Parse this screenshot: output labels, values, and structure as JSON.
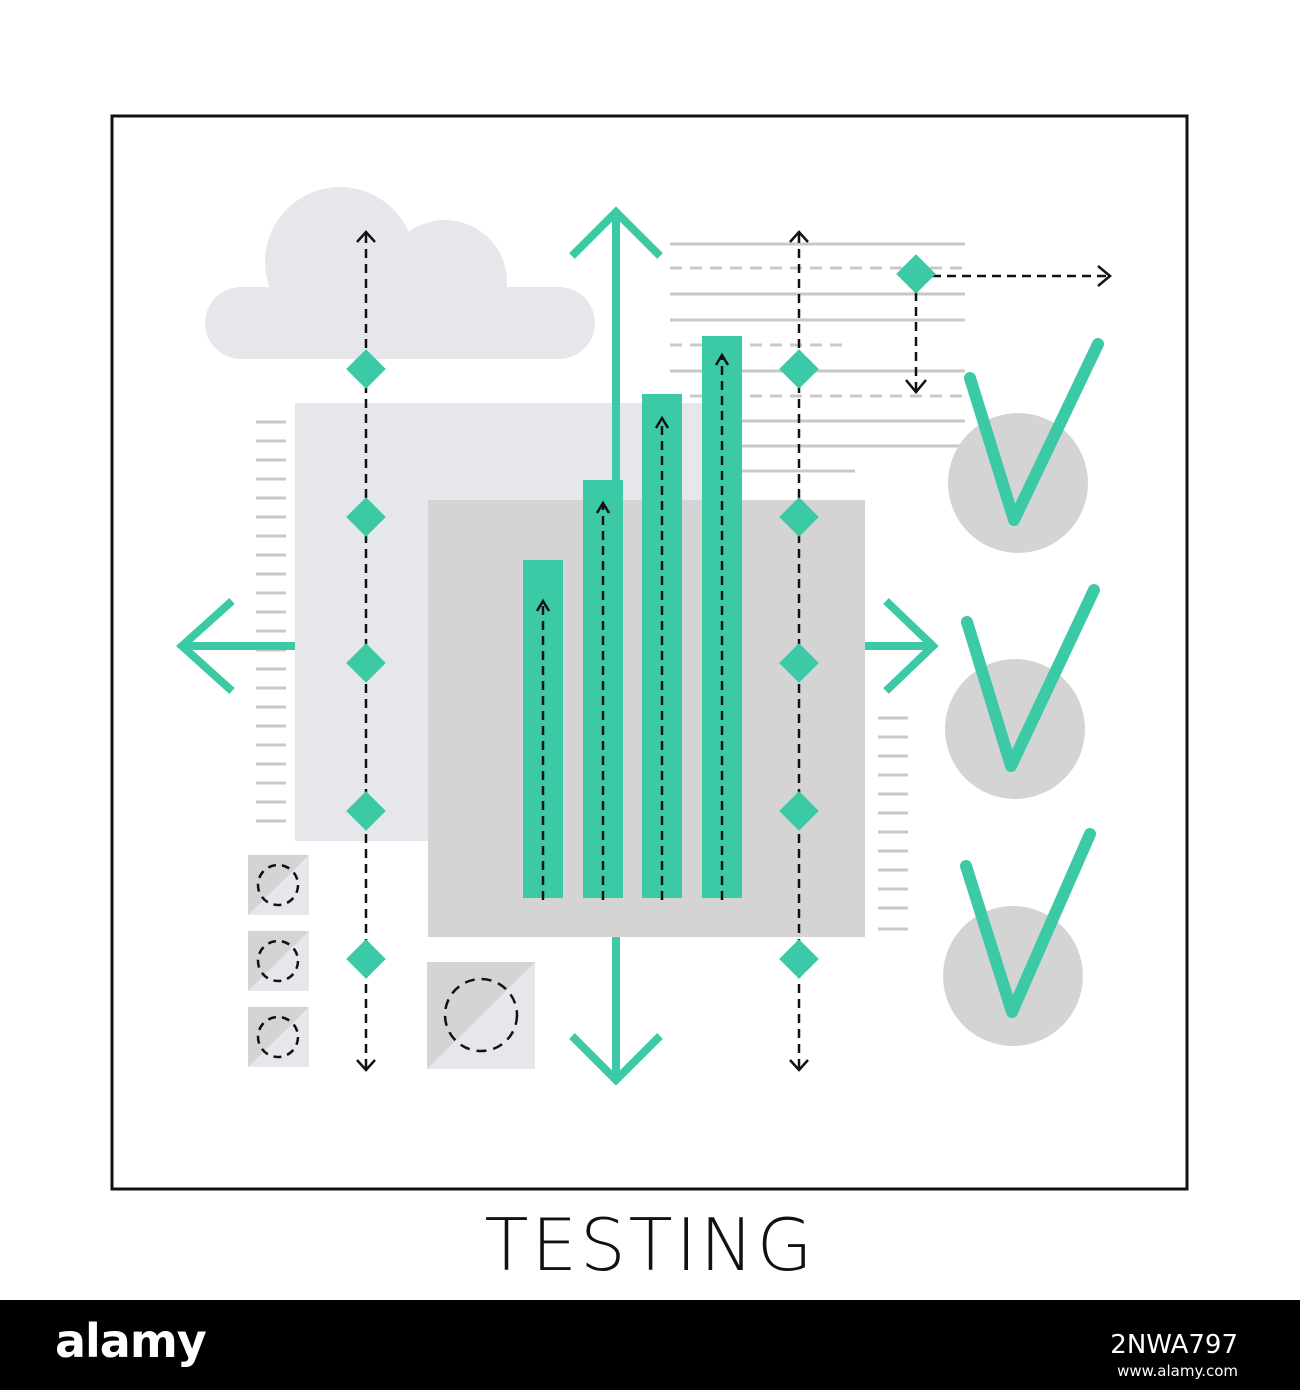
{
  "caption": "TESTING",
  "footer": {
    "logo": "alamy",
    "image_id": "2NWA797",
    "url": "www.alamy.com"
  },
  "colors": {
    "accent": "#3cc9a5",
    "light_gray": "#e6e7eb",
    "mid_gray": "#d4d4d4",
    "line_gray": "#c8c8c8",
    "ink": "#111111"
  },
  "icons": [
    "cloud-icon",
    "arrow-up-icon",
    "arrow-down-icon",
    "arrow-left-icon",
    "arrow-right-icon",
    "check-icon",
    "diamond-node-icon",
    "bar-chart-icon",
    "dashed-circle-icon"
  ]
}
